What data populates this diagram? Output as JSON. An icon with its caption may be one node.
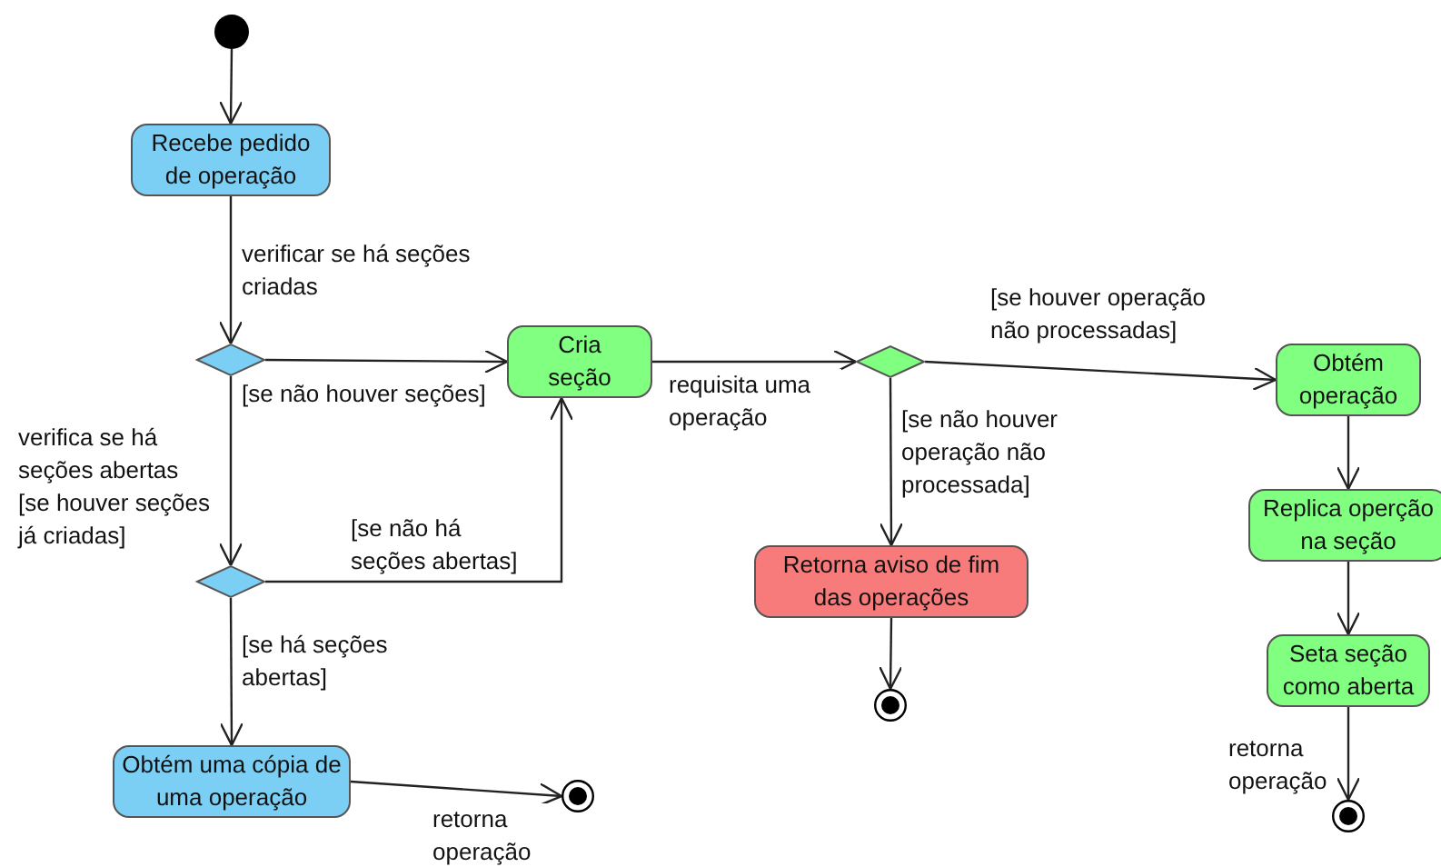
{
  "diagram": {
    "nodes": [
      {
        "text": [],
        "shape": "circle"
      },
      {
        "text": [
          "Recebe pedido de operação"
        ]
      },
      {
        "text": [],
        "shape": "diamond"
      },
      {
        "text": [
          "Cria seção"
        ]
      },
      {
        "text": [],
        "shape": "diamond"
      },
      {
        "text": [
          "Obtém uma cópia de uma operação"
        ]
      },
      {
        "text": [],
        "shape": "bullseye"
      },
      {
        "text": [],
        "shape": "diamond"
      },
      {
        "text": [
          "Obtém operação"
        ]
      },
      {
        "text": [
          "Retorna aviso de fim das operações"
        ]
      },
      {
        "text": [],
        "shape": "bullseye"
      },
      {
        "text": [
          "Replica operção na seção"
        ]
      },
      {
        "text": [
          "Seta seção como aberta"
        ]
      },
      {
        "text": [],
        "shape": "bullseye"
      }
    ],
    "edges": [
      {
        "from": 0,
        "to": 1,
        "arrow": "to"
      },
      {
        "from": 1,
        "to": 2,
        "arrow": "to",
        "label": "verificar se há seções criadas"
      },
      {
        "from": 2,
        "to": 3,
        "arrow": "to",
        "label": "[se não houver seções]"
      },
      {
        "from": 2,
        "to": 4,
        "arrow": "to",
        "label": "verifica se há seções abertas [se houver seções já criadas]"
      },
      {
        "from": 4,
        "to": 3,
        "arrow": "to",
        "label": "[se não há seções abertas]"
      },
      {
        "from": 4,
        "to": 5,
        "arrow": "to",
        "label": "[se há seções abertas]"
      },
      {
        "from": 5,
        "to": 6,
        "arrow": "to",
        "label": "retorna operação"
      },
      {
        "from": 3,
        "to": 7,
        "arrow": "to",
        "label": "requisita uma operação"
      },
      {
        "from": 7,
        "to": 8,
        "arrow": "to",
        "label": "[se houver operação não processadas]"
      },
      {
        "from": 7,
        "to": 9,
        "arrow": "to",
        "label": "[se não houver operação não processada]"
      },
      {
        "from": 9,
        "to": 10,
        "arrow": "to"
      },
      {
        "from": 8,
        "to": 11,
        "arrow": "to"
      },
      {
        "from": 11,
        "to": 12,
        "arrow": "to"
      },
      {
        "from": 12,
        "to": 13,
        "arrow": "to",
        "label": "retorna operação"
      }
    ]
  }
}
